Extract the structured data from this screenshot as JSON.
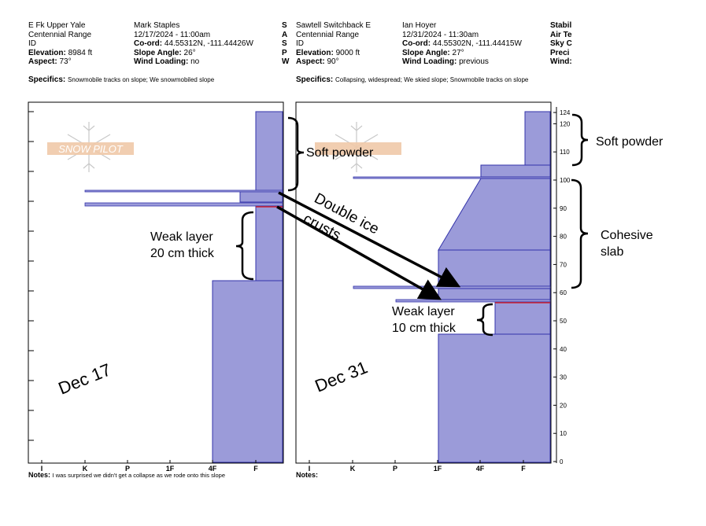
{
  "left": {
    "col1": [
      "E Fk Upper Yale",
      "Centennial Range",
      "ID"
    ],
    "elevation_label": "Elevation:",
    "elevation_value": "8984 ft",
    "aspect_label": "Aspect:",
    "aspect_value": "73°",
    "col2": [
      "Mark Staples",
      "12/17/2024 - 11:00am"
    ],
    "coord_label": "Co-ord:",
    "coord_value": "44.55312N, -111.44426W",
    "slope_label": "Slope Angle:",
    "slope_value": "26°",
    "wind_label": "Wind Loading:",
    "wind_value": "no",
    "specifics_label": "Specifics:",
    "specifics_value": "Snowmobile tracks on slope; We snowmobiled slope",
    "notes_label": "Notes:",
    "notes_value": "I was surprised we didn't get a collapse as we rode onto this slope",
    "cut_letters": [
      "S",
      "A",
      "S",
      "P",
      "W"
    ],
    "date_annotation": "Dec 17",
    "weak_layer_annotation": [
      "Weak layer",
      "20 cm thick"
    ]
  },
  "right": {
    "col1": [
      "Sawtell Switchback E",
      "Centennial Range",
      "ID"
    ],
    "elevation_label": "Elevation:",
    "elevation_value": "9000 ft",
    "aspect_label": "Aspect:",
    "aspect_value": "90°",
    "col2": [
      "Ian Hoyer",
      "12/31/2024 - 11:30am"
    ],
    "coord_label": "Co-ord:",
    "coord_value": "44.55302N, -111.44415W",
    "slope_label": "Slope Angle:",
    "slope_value": "27°",
    "wind_label": "Wind Loading:",
    "wind_value": "previous",
    "specifics_label": "Specifics:",
    "specifics_value": "Collapsing, widespread; We skied slope; Snowmobile tracks on slope",
    "notes_label": "Notes:",
    "notes_value": "",
    "cut_labels": [
      "Stabil",
      "Air Te",
      "Sky C",
      "Preci",
      "Wind:"
    ],
    "date_annotation": "Dec 31",
    "weak_layer_annotation": [
      "Weak layer",
      "10 cm thick"
    ]
  },
  "annotations": {
    "soft_powder": "Soft powder",
    "double_ice": "Double ice",
    "crusts": "crusts",
    "cohesive": [
      "Cohesive",
      "slab"
    ]
  },
  "axes": {
    "hardness_ticks": [
      "I",
      "K",
      "P",
      "1F",
      "4F",
      "F"
    ],
    "height_ticks": [
      "0",
      "10",
      "20",
      "30",
      "40",
      "50",
      "60",
      "70",
      "80",
      "90",
      "100",
      "110",
      "120",
      "124"
    ]
  },
  "logo_text": "SNOW PILOT",
  "colors": {
    "layer_fill": "#9b9bd9",
    "layer_stroke": "#3333aa",
    "weak_line": "#cc2233"
  }
}
